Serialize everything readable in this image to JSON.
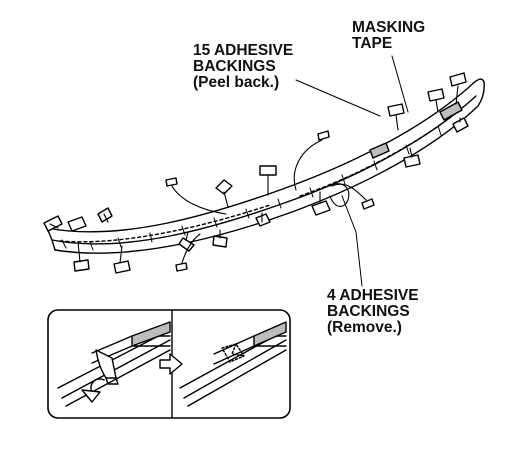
{
  "labels": {
    "masking_tape": [
      "MASKING",
      "TAPE"
    ],
    "adhesive_15": [
      "15 ADHESIVE",
      "BACKINGS",
      "(Peel back.)"
    ],
    "adhesive_4": [
      "4 ADHESIVE",
      "BACKINGS",
      "(Remove.)"
    ]
  },
  "colors": {
    "line": "#000000",
    "tape_fill": "#bdbdbd",
    "background": "#ffffff"
  },
  "icons": [
    "peel-arrow-icon",
    "step-arrow-icon"
  ]
}
